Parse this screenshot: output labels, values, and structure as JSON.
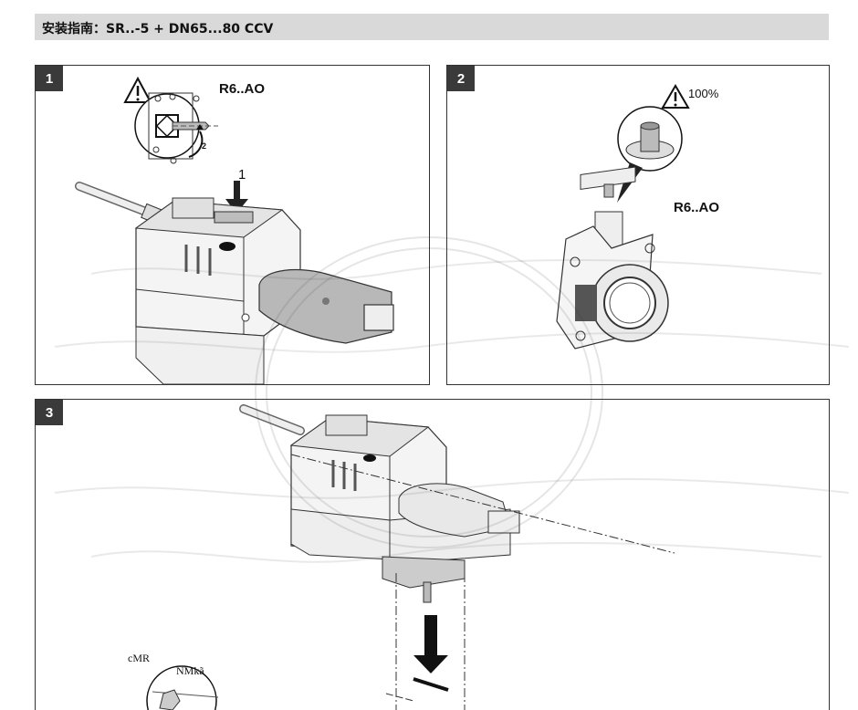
{
  "header": {
    "title": "安装指南：SR..-5 + DN65...80 CCV"
  },
  "panels": [
    {
      "number": "1",
      "label": "R6..AO",
      "arrow_step_1": "1",
      "arrow_step_2": "2"
    },
    {
      "number": "2",
      "label": "R6..AO",
      "open_percent": "100%"
    },
    {
      "number": "3",
      "marking_left": "cMR",
      "marking_right": "NMkã"
    }
  ]
}
